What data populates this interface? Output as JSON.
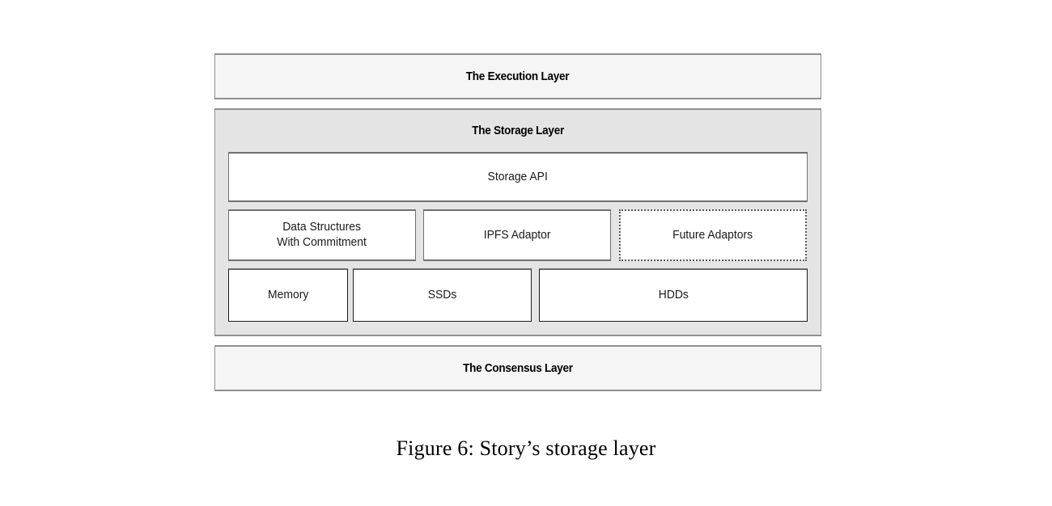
{
  "figure": {
    "caption": "Figure 6: Story’s storage layer",
    "execution_layer": {
      "title": "The Execution Layer"
    },
    "storage_layer": {
      "title": "The Storage Layer",
      "api_box": {
        "label": "Storage API"
      },
      "adaptor_row": [
        {
          "label_line1": "Data Structures",
          "label_line2": "With Commitment"
        },
        {
          "label": "IPFS Adaptor"
        },
        {
          "label": "Future Adaptors"
        }
      ],
      "media_row": [
        {
          "label": "Memory"
        },
        {
          "label": "SSDs"
        },
        {
          "label": "HDDs"
        }
      ]
    },
    "consensus_layer": {
      "title": "The Consensus Layer"
    }
  },
  "colors": {
    "page_background": "#ffffff",
    "band_fill": "#f5f5f5",
    "storage_fill": "#e4e4e4",
    "box_fill": "#ffffff",
    "border_gray": "#8f8f8f",
    "border_dark": "#1c1c1c",
    "text": "#000000"
  }
}
